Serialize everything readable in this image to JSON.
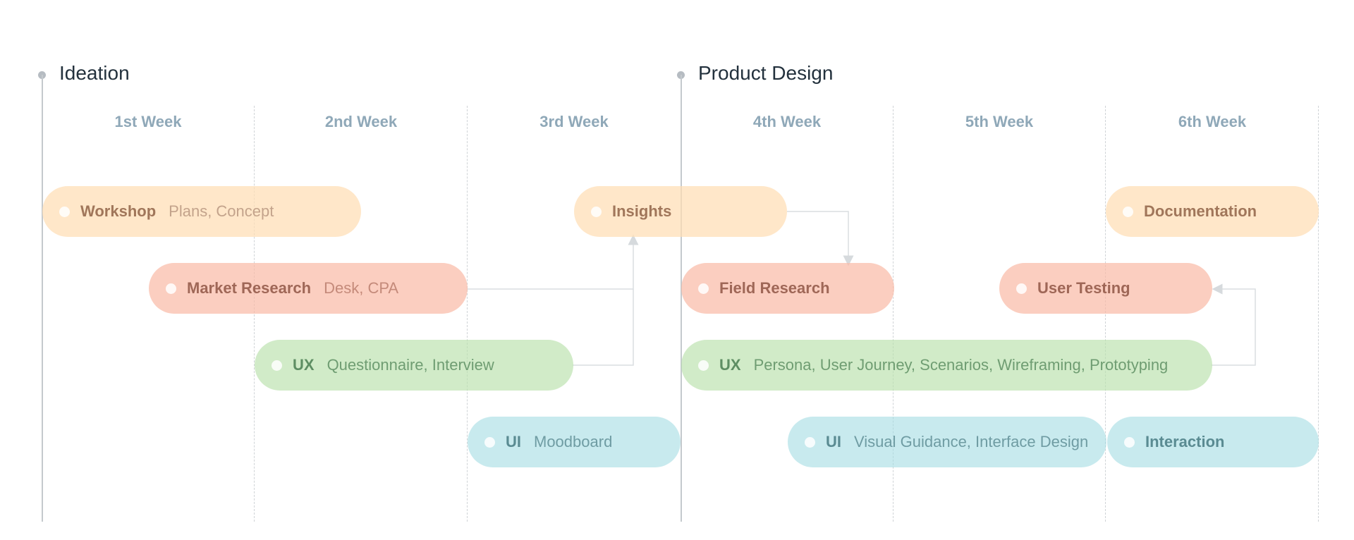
{
  "phases": [
    {
      "title": "Ideation"
    },
    {
      "title": "Product Design"
    }
  ],
  "weeks": [
    "1st Week",
    "2nd Week",
    "3rd Week",
    "4th Week",
    "5th Week",
    "6th Week"
  ],
  "tasks": {
    "workshop": {
      "name": "Workshop",
      "detail": "Plans, Concept",
      "color": "yellow"
    },
    "insights": {
      "name": "Insights",
      "detail": "",
      "color": "yellow"
    },
    "documentation": {
      "name": "Documentation",
      "detail": "",
      "color": "yellow"
    },
    "market_research": {
      "name": "Market Research",
      "detail": "Desk, CPA",
      "color": "red"
    },
    "field_research": {
      "name": "Field Research",
      "detail": "",
      "color": "red"
    },
    "user_testing": {
      "name": "User Testing",
      "detail": "",
      "color": "red"
    },
    "ux_ideation": {
      "name": "UX",
      "detail": "Questionnaire, Interview",
      "color": "green"
    },
    "ux_design": {
      "name": "UX",
      "detail": "Persona, User Journey, Scenarios, Wireframing, Prototyping",
      "color": "green"
    },
    "ui_moodboard": {
      "name": "UI",
      "detail": "Moodboard",
      "color": "blue"
    },
    "ui_visual": {
      "name": "UI",
      "detail": "Visual Guidance, Interface Design",
      "color": "blue"
    },
    "interaction": {
      "name": "Interaction",
      "detail": "",
      "color": "blue"
    }
  },
  "colors": {
    "yellow": "#FFDEB4",
    "red": "#FAB9A5",
    "green": "#B9E1AA",
    "blue": "#A0DAE1",
    "phase_title": "#23313D",
    "week_label": "#8FA8B8",
    "connector": "#DADEE1"
  }
}
